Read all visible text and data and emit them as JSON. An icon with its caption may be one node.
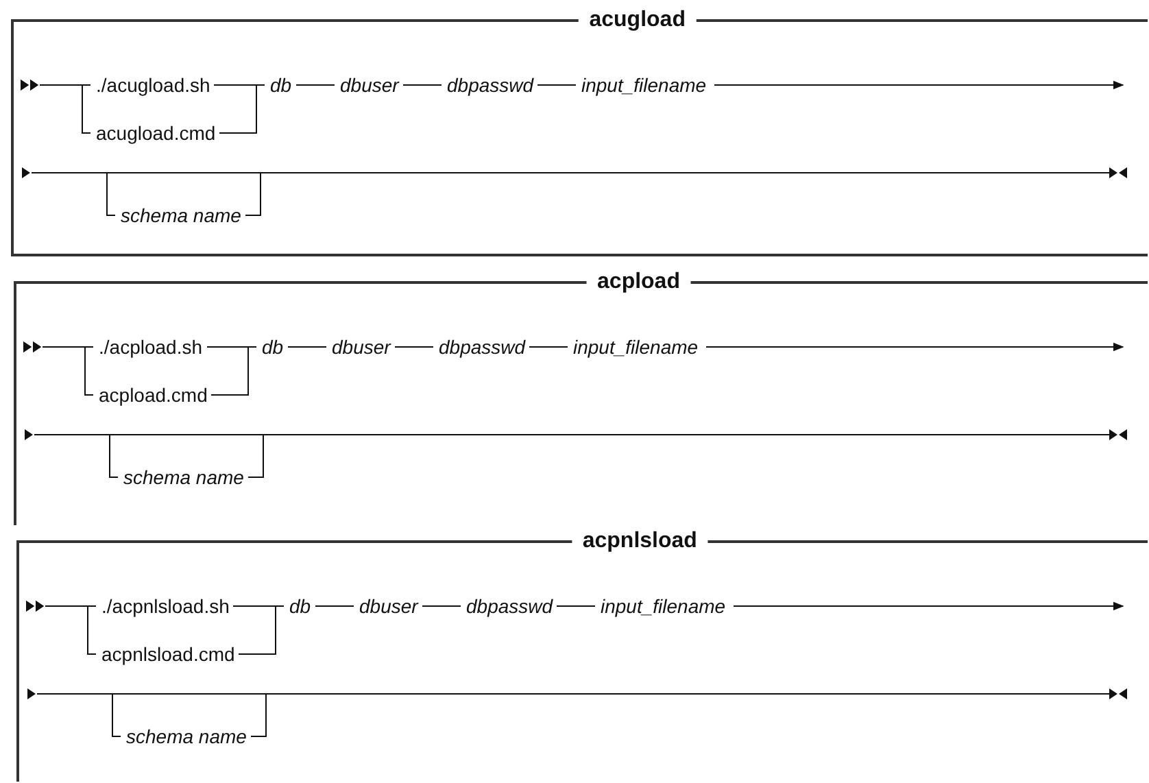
{
  "diagram": {
    "nodes": [
      {
        "text": [
          "acugload"
        ]
      },
      {
        "text": [
          "./acugload.sh"
        ],
        "in": 0
      },
      {
        "text": [
          "acugload.cmd"
        ],
        "in": 0
      },
      {
        "text": [
          "db"
        ],
        "in": 0
      },
      {
        "text": [
          "dbuser"
        ],
        "in": 0
      },
      {
        "text": [
          "dbpasswd"
        ],
        "in": 0
      },
      {
        "text": [
          "input_filename"
        ],
        "in": 0
      },
      {
        "text": [
          "schema name"
        ],
        "in": 0
      },
      {
        "text": [
          "acpload"
        ]
      },
      {
        "text": [
          "./acpload.sh"
        ],
        "in": 8
      },
      {
        "text": [
          "acpload.cmd"
        ],
        "in": 8
      },
      {
        "text": [
          "db"
        ],
        "in": 8
      },
      {
        "text": [
          "dbuser"
        ],
        "in": 8
      },
      {
        "text": [
          "dbpasswd"
        ],
        "in": 8
      },
      {
        "text": [
          "input_filename"
        ],
        "in": 8
      },
      {
        "text": [
          "schema name"
        ],
        "in": 8
      },
      {
        "text": [
          "acpnlsload"
        ]
      },
      {
        "text": [
          "./acpnlsload.sh"
        ],
        "in": 16
      },
      {
        "text": [
          "acpnlsload.cmd"
        ],
        "in": 16
      },
      {
        "text": [
          "db"
        ],
        "in": 16
      },
      {
        "text": [
          "dbuser"
        ],
        "in": 16
      },
      {
        "text": [
          "dbpasswd"
        ],
        "in": 16
      },
      {
        "text": [
          "input_filename"
        ],
        "in": 16
      },
      {
        "text": [
          "schema name"
        ],
        "in": 16
      }
    ],
    "edges": [
      {
        "from": null,
        "to": 1,
        "arrow": "other"
      },
      {
        "from": null,
        "to": 2,
        "arrow": "other"
      },
      {
        "from": 1,
        "to": 3,
        "arrow": "none"
      },
      {
        "from": 2,
        "to": 3,
        "arrow": "none"
      },
      {
        "from": 3,
        "to": 4,
        "arrow": "none"
      },
      {
        "from": 4,
        "to": 5,
        "arrow": "none"
      },
      {
        "from": 5,
        "to": 6,
        "arrow": "none"
      },
      {
        "from": 6,
        "to": null,
        "arrow": "to"
      },
      {
        "from": null,
        "to": 7,
        "arrow": "other"
      },
      {
        "from": 7,
        "to": null,
        "arrow": "to"
      },
      {
        "from": null,
        "to": 9,
        "arrow": "other"
      },
      {
        "from": null,
        "to": 10,
        "arrow": "other"
      },
      {
        "from": 9,
        "to": 11,
        "arrow": "none"
      },
      {
        "from": 10,
        "to": 11,
        "arrow": "none"
      },
      {
        "from": 11,
        "to": 12,
        "arrow": "none"
      },
      {
        "from": 12,
        "to": 13,
        "arrow": "none"
      },
      {
        "from": 13,
        "to": 14,
        "arrow": "none"
      },
      {
        "from": 14,
        "to": null,
        "arrow": "to"
      },
      {
        "from": null,
        "to": 15,
        "arrow": "other"
      },
      {
        "from": 15,
        "to": null,
        "arrow": "to"
      },
      {
        "from": null,
        "to": 17,
        "arrow": "other"
      },
      {
        "from": null,
        "to": 18,
        "arrow": "other"
      },
      {
        "from": 17,
        "to": 19,
        "arrow": "none"
      },
      {
        "from": 18,
        "to": 19,
        "arrow": "none"
      },
      {
        "from": 19,
        "to": 20,
        "arrow": "none"
      },
      {
        "from": 20,
        "to": 21,
        "arrow": "none"
      },
      {
        "from": 21,
        "to": 22,
        "arrow": "none"
      },
      {
        "from": 22,
        "to": null,
        "arrow": "to"
      },
      {
        "from": null,
        "to": 23,
        "arrow": "other"
      },
      {
        "from": 23,
        "to": null,
        "arrow": "to"
      }
    ]
  }
}
